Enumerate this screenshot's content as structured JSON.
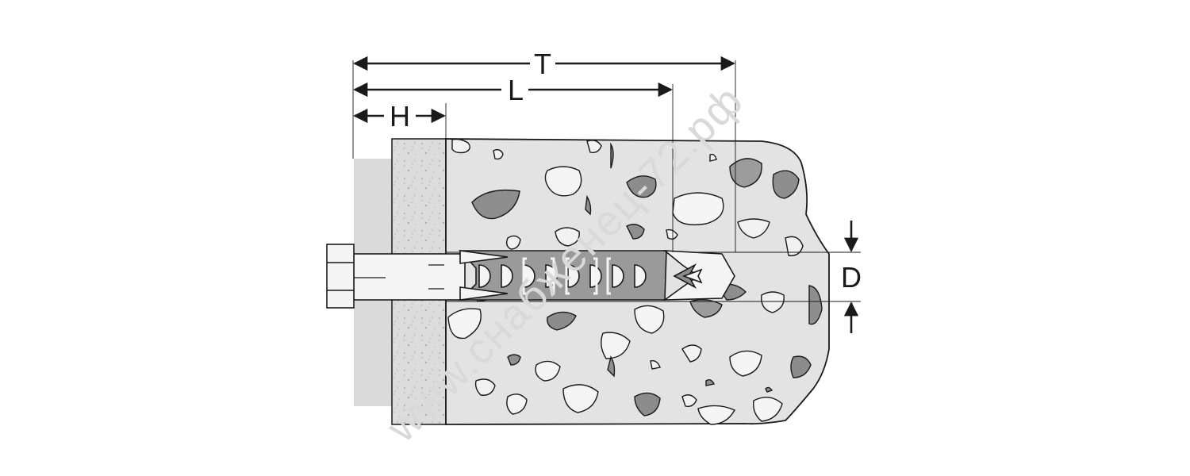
{
  "dimensions": {
    "total_label": "T",
    "length_label": "L",
    "plate_label": "H",
    "diameter_label": "D"
  },
  "watermark": {
    "text": "www.снабженец-72.рф"
  },
  "icons": {
    "bolt_head": "hex-bolt-head-icon",
    "anchor": "frame-anchor-sleeve-icon",
    "arrow": "dimension-arrow-icon"
  },
  "colors": {
    "concrete": "#e2e2e2",
    "aggregate_light": "#f1f1f1",
    "aggregate_dark": "#8c8c8c",
    "plate": "#d7d7d7",
    "wall": "#d4d4d4",
    "sleeve": "#9b9b9b",
    "line": "#1a1a1a"
  }
}
